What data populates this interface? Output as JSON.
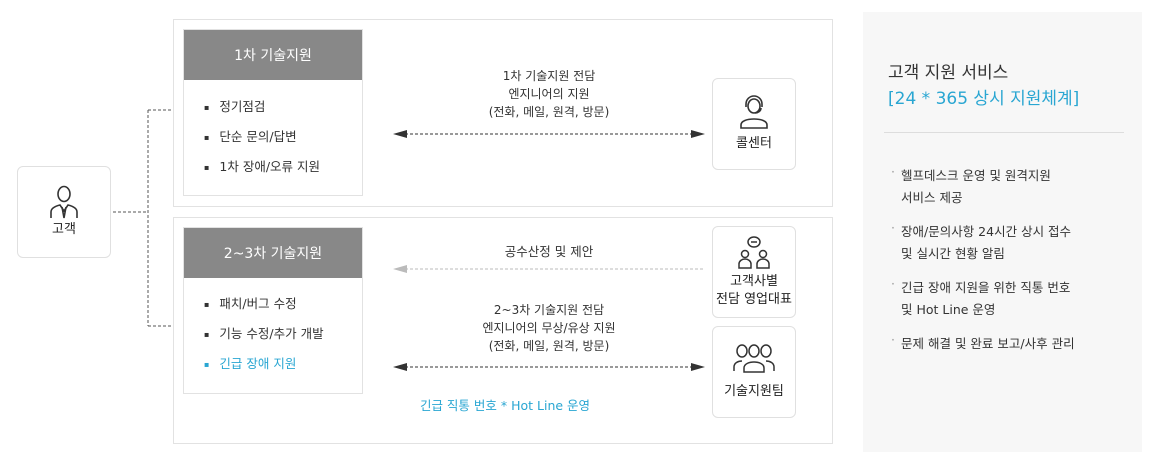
{
  "customer": {
    "label": "고객"
  },
  "tier1": {
    "title": "1차 기술지원",
    "items": [
      "정기점검",
      "단순 문의/답변",
      "1차 장애/오류 지원"
    ],
    "flow_lines": [
      "1차 기술지원 전담",
      "엔지니어의 지원",
      "(전화, 메일, 원격, 방문)"
    ],
    "target": "콜센터"
  },
  "tier23": {
    "title": "2~3차 기술지원",
    "items": [
      "패치/버그 수정",
      "기능 수정/추가 개발",
      "긴급 장애 지원"
    ],
    "estimate_label": "공수산정 및 제안",
    "flow_lines": [
      "2~3차 기술지원 전담",
      "엔지니어의 무상/유상 지원",
      "(전화, 메일, 원격, 방문)"
    ],
    "hotline_label": "긴급 직통 번호 * Hot Line 운영",
    "sales_rep": [
      "고객사별",
      "전담 영업대표"
    ],
    "tech_team": "기술지원팀"
  },
  "sidebar": {
    "title": "고객 지원 서비스",
    "subtitle": "[24 * 365 상시 지원체계]",
    "items": [
      [
        "헬프데스크 운영 및 원격지원",
        "서비스 제공"
      ],
      [
        "장애/문의사항 24시간 상시 접수",
        "및 실시간 현황 알림"
      ],
      [
        "긴급 장애 지원을 위한 직통 번호",
        "및 Hot Line 운영"
      ],
      [
        "문제 해결 및 완료 보고/사후 관리"
      ]
    ]
  },
  "colors": {
    "accent": "#29a6d2",
    "header": "#888888",
    "sidebar_bg": "#f7f7f7"
  }
}
